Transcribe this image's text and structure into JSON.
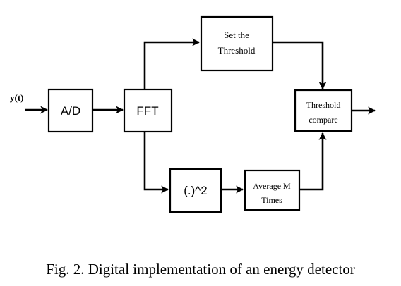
{
  "diagram": {
    "input_label": "y(t)",
    "blocks": {
      "ad": "A/D",
      "fft": "FFT",
      "set_threshold": [
        "Set the",
        "Threshold"
      ],
      "square": "(.)^2",
      "average": [
        "Average M",
        "Times"
      ],
      "compare": [
        "Threshold",
        "compare"
      ]
    }
  },
  "caption": "Fig. 2. Digital implementation of an energy detector"
}
